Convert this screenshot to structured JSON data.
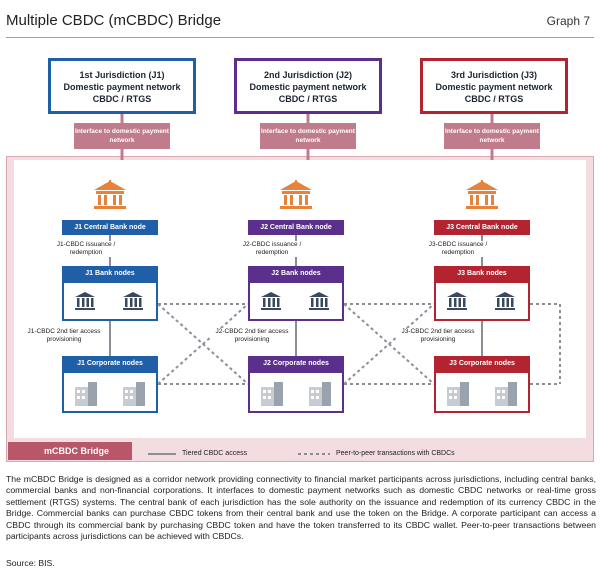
{
  "header": {
    "title": "Multiple CBDC (mCBDC) Bridge",
    "graph_label": "Graph 7"
  },
  "jurisdictions": [
    {
      "name": "1st Jurisdiction (J1)",
      "line2": "Domestic payment network",
      "line3": "CBDC / RTGS",
      "color": "#1f5fa8",
      "interface": "Interface to domestic payment network",
      "central_bank": "J1 Central Bank node",
      "issuance": "J1-CBDC issuance / redemption",
      "bank_nodes": "J1 Bank nodes",
      "provisioning": "J1-CBDC 2nd tier access provisioning",
      "corporate_nodes": "J1 Corporate nodes"
    },
    {
      "name": "2nd Jurisdiction (J2)",
      "line2": "Domestic payment network",
      "line3": "CBDC / RTGS",
      "color": "#5b2f8c",
      "interface": "Interface to domestic payment network",
      "central_bank": "J2 Central Bank node",
      "issuance": "J2-CBDC issuance / redemption",
      "bank_nodes": "J2 Bank nodes",
      "provisioning": "J2-CBDC 2nd tier access provisioning",
      "corporate_nodes": "J2 Corporate nodes"
    },
    {
      "name": "3rd Jurisdiction (J3)",
      "line2": "Domestic payment network",
      "line3": "CBDC / RTGS",
      "color": "#b32430",
      "interface": "Interface to domestic payment network",
      "central_bank": "J3 Central Bank node",
      "issuance": "J3-CBDC issuance / redemption",
      "bank_nodes": "J3 Bank nodes",
      "provisioning": "J3-CBDC 2nd tier access provisioning",
      "corporate_nodes": "J3 Corporate nodes"
    }
  ],
  "bridge_label": "mCBDC Bridge",
  "legend": {
    "tiered": "Tiered CBDC access",
    "p2p": "Peer-to-peer transactions with CBDCs"
  },
  "caption": "The mCBDC Bridge is designed as a corridor network providing connectivity to financial market participants across jurisdictions, including central banks, commercial banks and non-financial corporations. It interfaces to domestic payment networks such as domestic CBDC networks or real-time gross settlement (RTGS) systems. The central bank of each jurisdiction has the sole authority on the issuance and redemption of its currency CBDC in the Bridge. Commercial banks can purchase CBDC tokens from their central bank and use the token on the Bridge. A corporate participant can access a CBDC through its commercial bank by purchasing CBDC token and have the token transferred to its CBDC wallet. Peer-to-peer transactions between participants across jurisdictions can be achieved with CBDCs.",
  "source": "Source: BIS.",
  "colors": {
    "blue": "#1f5fa8",
    "purple": "#5b2f8c",
    "red": "#b32430",
    "bridge": "#b8566a",
    "bridge_bg": "#f3dde1",
    "interface": "#c07c8a"
  }
}
